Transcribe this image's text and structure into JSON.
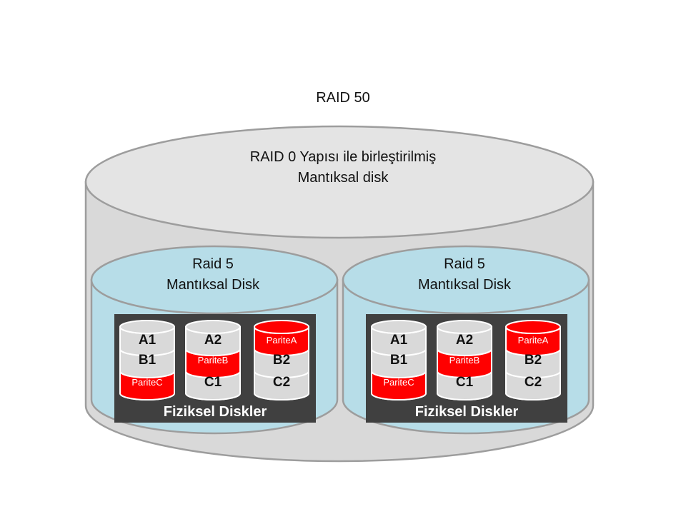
{
  "title": "RAID 50",
  "top_disk": {
    "line1": "RAID 0 Yapısı ile birleştirilmiş",
    "line2": "Mantıksal disk"
  },
  "groups": [
    {
      "line1": "Raid 5",
      "line2": "Mantıksal Disk",
      "caption": "Fiziksel Diskler",
      "disks": [
        [
          "A1",
          "B1",
          "PariteC"
        ],
        [
          "A2",
          "PariteB",
          "C1"
        ],
        [
          "PariteA",
          "B2",
          "C2"
        ]
      ]
    },
    {
      "line1": "Raid 5",
      "line2": "Mantıksal Disk",
      "caption": "Fiziksel Diskler",
      "disks": [
        [
          "A1",
          "B1",
          "PariteC"
        ],
        [
          "A2",
          "PariteB",
          "C1"
        ],
        [
          "PariteA",
          "B2",
          "C2"
        ]
      ]
    }
  ],
  "colors": {
    "outer_fill": "#d9d9d9",
    "outer_top": "#e4e4e4",
    "outline": "#9d9d9d",
    "raid5_fill": "#b7dde8",
    "panel": "#404040",
    "disk_fill": "#d9d9d9",
    "parity": "#ff0000"
  }
}
